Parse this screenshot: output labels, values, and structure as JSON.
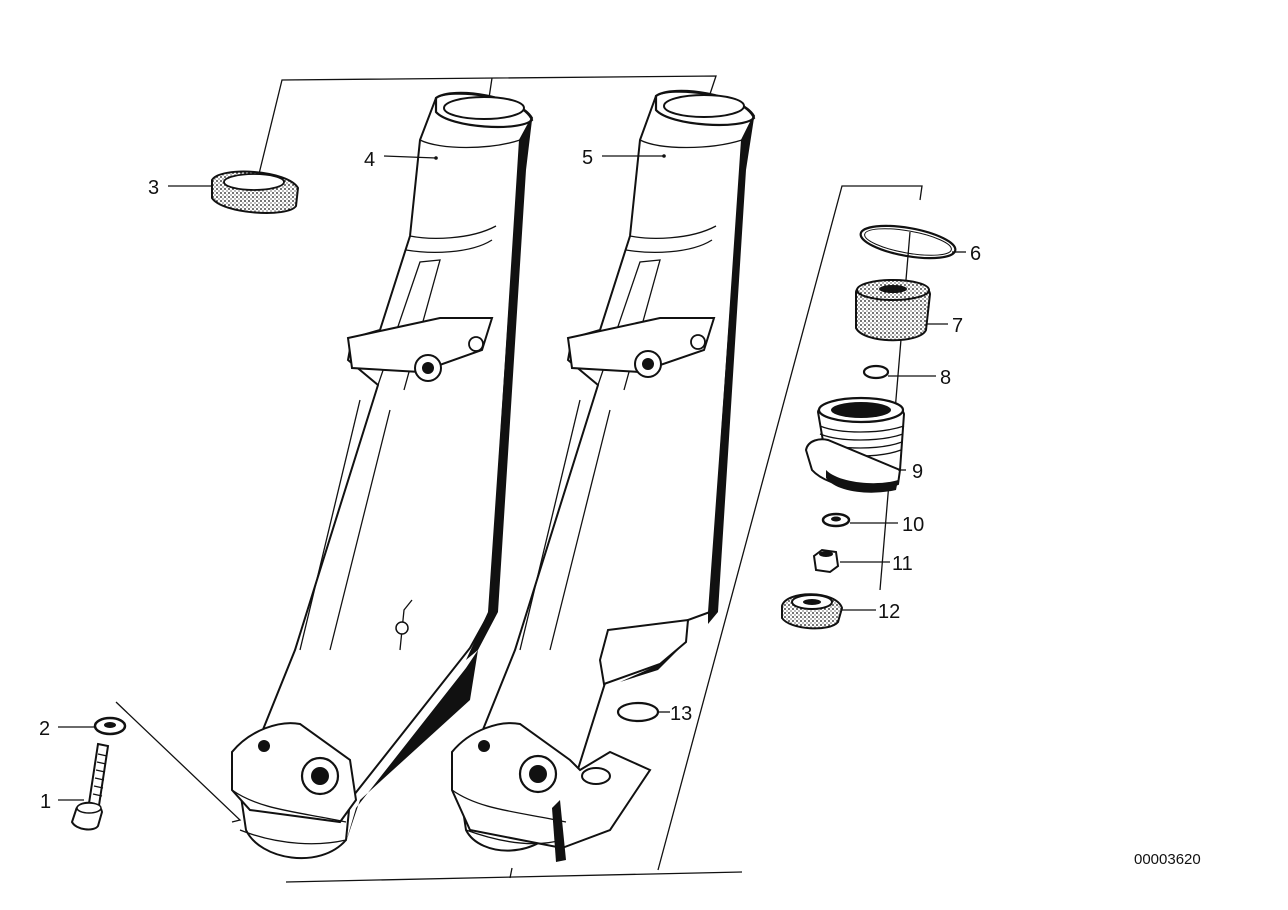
{
  "diagram": {
    "reference_number": "00003620",
    "callouts": [
      {
        "label": "1",
        "part": "bolt"
      },
      {
        "label": "2",
        "part": "washer"
      },
      {
        "label": "3",
        "part": "shaft-seal"
      },
      {
        "label": "4",
        "part": "left-slider-tube"
      },
      {
        "label": "5",
        "part": "right-slider-tube"
      },
      {
        "label": "6",
        "part": "o-ring"
      },
      {
        "label": "7",
        "part": "rubber-bushing"
      },
      {
        "label": "8",
        "part": "small-ring"
      },
      {
        "label": "9",
        "part": "threaded-cap"
      },
      {
        "label": "10",
        "part": "washer"
      },
      {
        "label": "11",
        "part": "hex-nut"
      },
      {
        "label": "12",
        "part": "dust-cap"
      },
      {
        "label": "13",
        "part": "o-ring"
      }
    ]
  }
}
